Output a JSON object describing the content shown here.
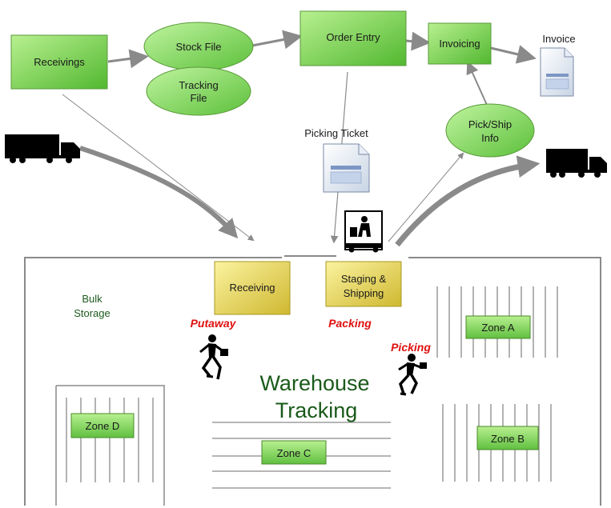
{
  "colors": {
    "box_green": "#7ed957",
    "box_yellow": "#f0e060",
    "ellipse_green": "#8ee06a",
    "wall": "#8a8a8a",
    "arrow": "#888888",
    "red_label": "#e01010",
    "title_green": "#1a5a1a"
  },
  "process": {
    "receivings": "Receivings",
    "stock_file": "Stock File",
    "tracking_file_line1": "Tracking",
    "tracking_file_line2": "File",
    "order_entry": "Order Entry",
    "invoicing": "Invoicing",
    "invoice_label": "Invoice",
    "picking_ticket_label": "Picking Ticket",
    "pick_ship_line1": "Pick/Ship",
    "pick_ship_line2": "Info"
  },
  "warehouse": {
    "title_line1": "Warehouse",
    "title_line2": "Tracking",
    "receiving": "Receiving",
    "staging_line1": "Staging &",
    "staging_line2": "Shipping",
    "bulk_line1": "Bulk",
    "bulk_line2": "Storage",
    "putaway": "Putaway",
    "packing": "Packing",
    "picking": "Picking",
    "zone_a": "Zone A",
    "zone_b": "Zone B",
    "zone_c": "Zone C",
    "zone_d": "Zone D"
  },
  "icons": [
    "truck-icon",
    "document-icon",
    "forklift-icon",
    "running-worker-icon"
  ]
}
